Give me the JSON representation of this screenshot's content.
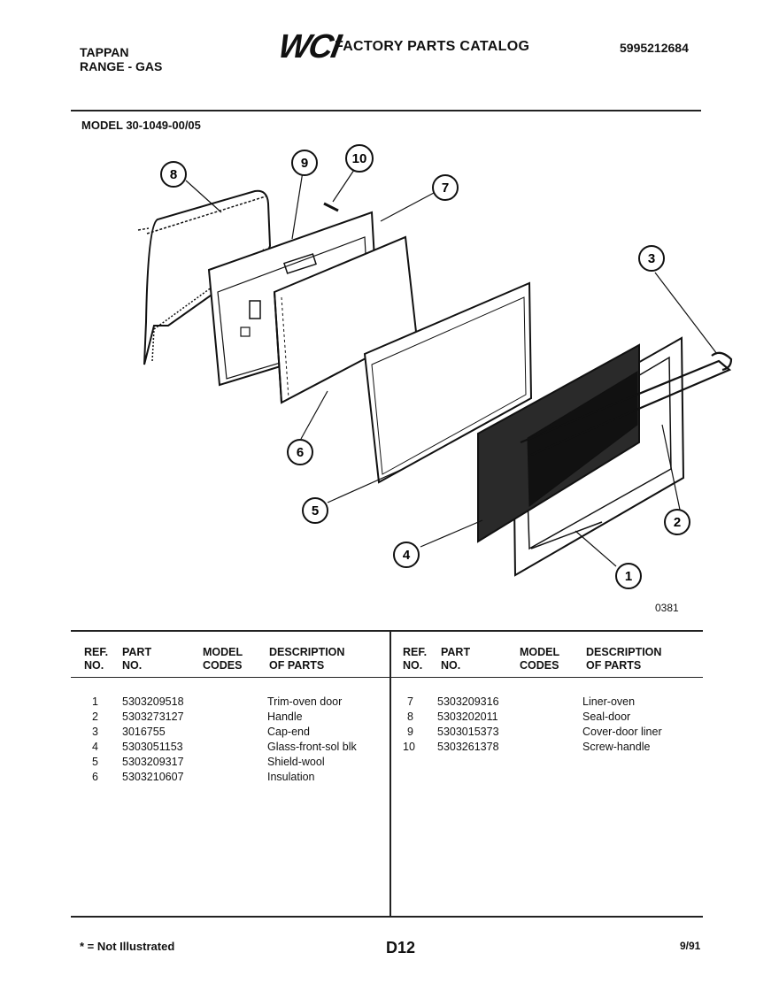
{
  "header": {
    "brand": "TAPPAN",
    "product": "RANGE - GAS",
    "logo": "WCI",
    "catalog_title": "FACTORY PARTS CATALOG",
    "catalog_number": "5995212684",
    "model": "MODEL 30-1049-00/05"
  },
  "diagram": {
    "callouts": [
      "1",
      "2",
      "3",
      "4",
      "5",
      "6",
      "7",
      "8",
      "9",
      "10"
    ],
    "figure_code": "0381"
  },
  "table": {
    "headers": {
      "ref": "REF.",
      "ref_no": "NO.",
      "part": "PART",
      "part_no": "NO.",
      "model": "MODEL",
      "codes": "CODES",
      "desc": "DESCRIPTION",
      "of_parts": "OF PARTS"
    },
    "left_rows": [
      {
        "ref": "1",
        "part": "5303209518",
        "desc": "Trim-oven door"
      },
      {
        "ref": "2",
        "part": "5303273127",
        "desc": "Handle"
      },
      {
        "ref": "3",
        "part": "3016755",
        "desc": "Cap-end"
      },
      {
        "ref": "4",
        "part": "5303051153",
        "desc": "Glass-front-sol blk"
      },
      {
        "ref": "5",
        "part": "5303209317",
        "desc": "Shield-wool"
      },
      {
        "ref": "6",
        "part": "5303210607",
        "desc": "Insulation"
      }
    ],
    "right_rows": [
      {
        "ref": "7",
        "part": "5303209316",
        "desc": "Liner-oven"
      },
      {
        "ref": "8",
        "part": "5303202011",
        "desc": "Seal-door"
      },
      {
        "ref": "9",
        "part": "5303015373",
        "desc": "Cover-door liner"
      },
      {
        "ref": "10",
        "part": "5303261378",
        "desc": "Screw-handle"
      }
    ]
  },
  "footer": {
    "note": "* = Not Illustrated",
    "page": "D12",
    "date": "9/91"
  }
}
